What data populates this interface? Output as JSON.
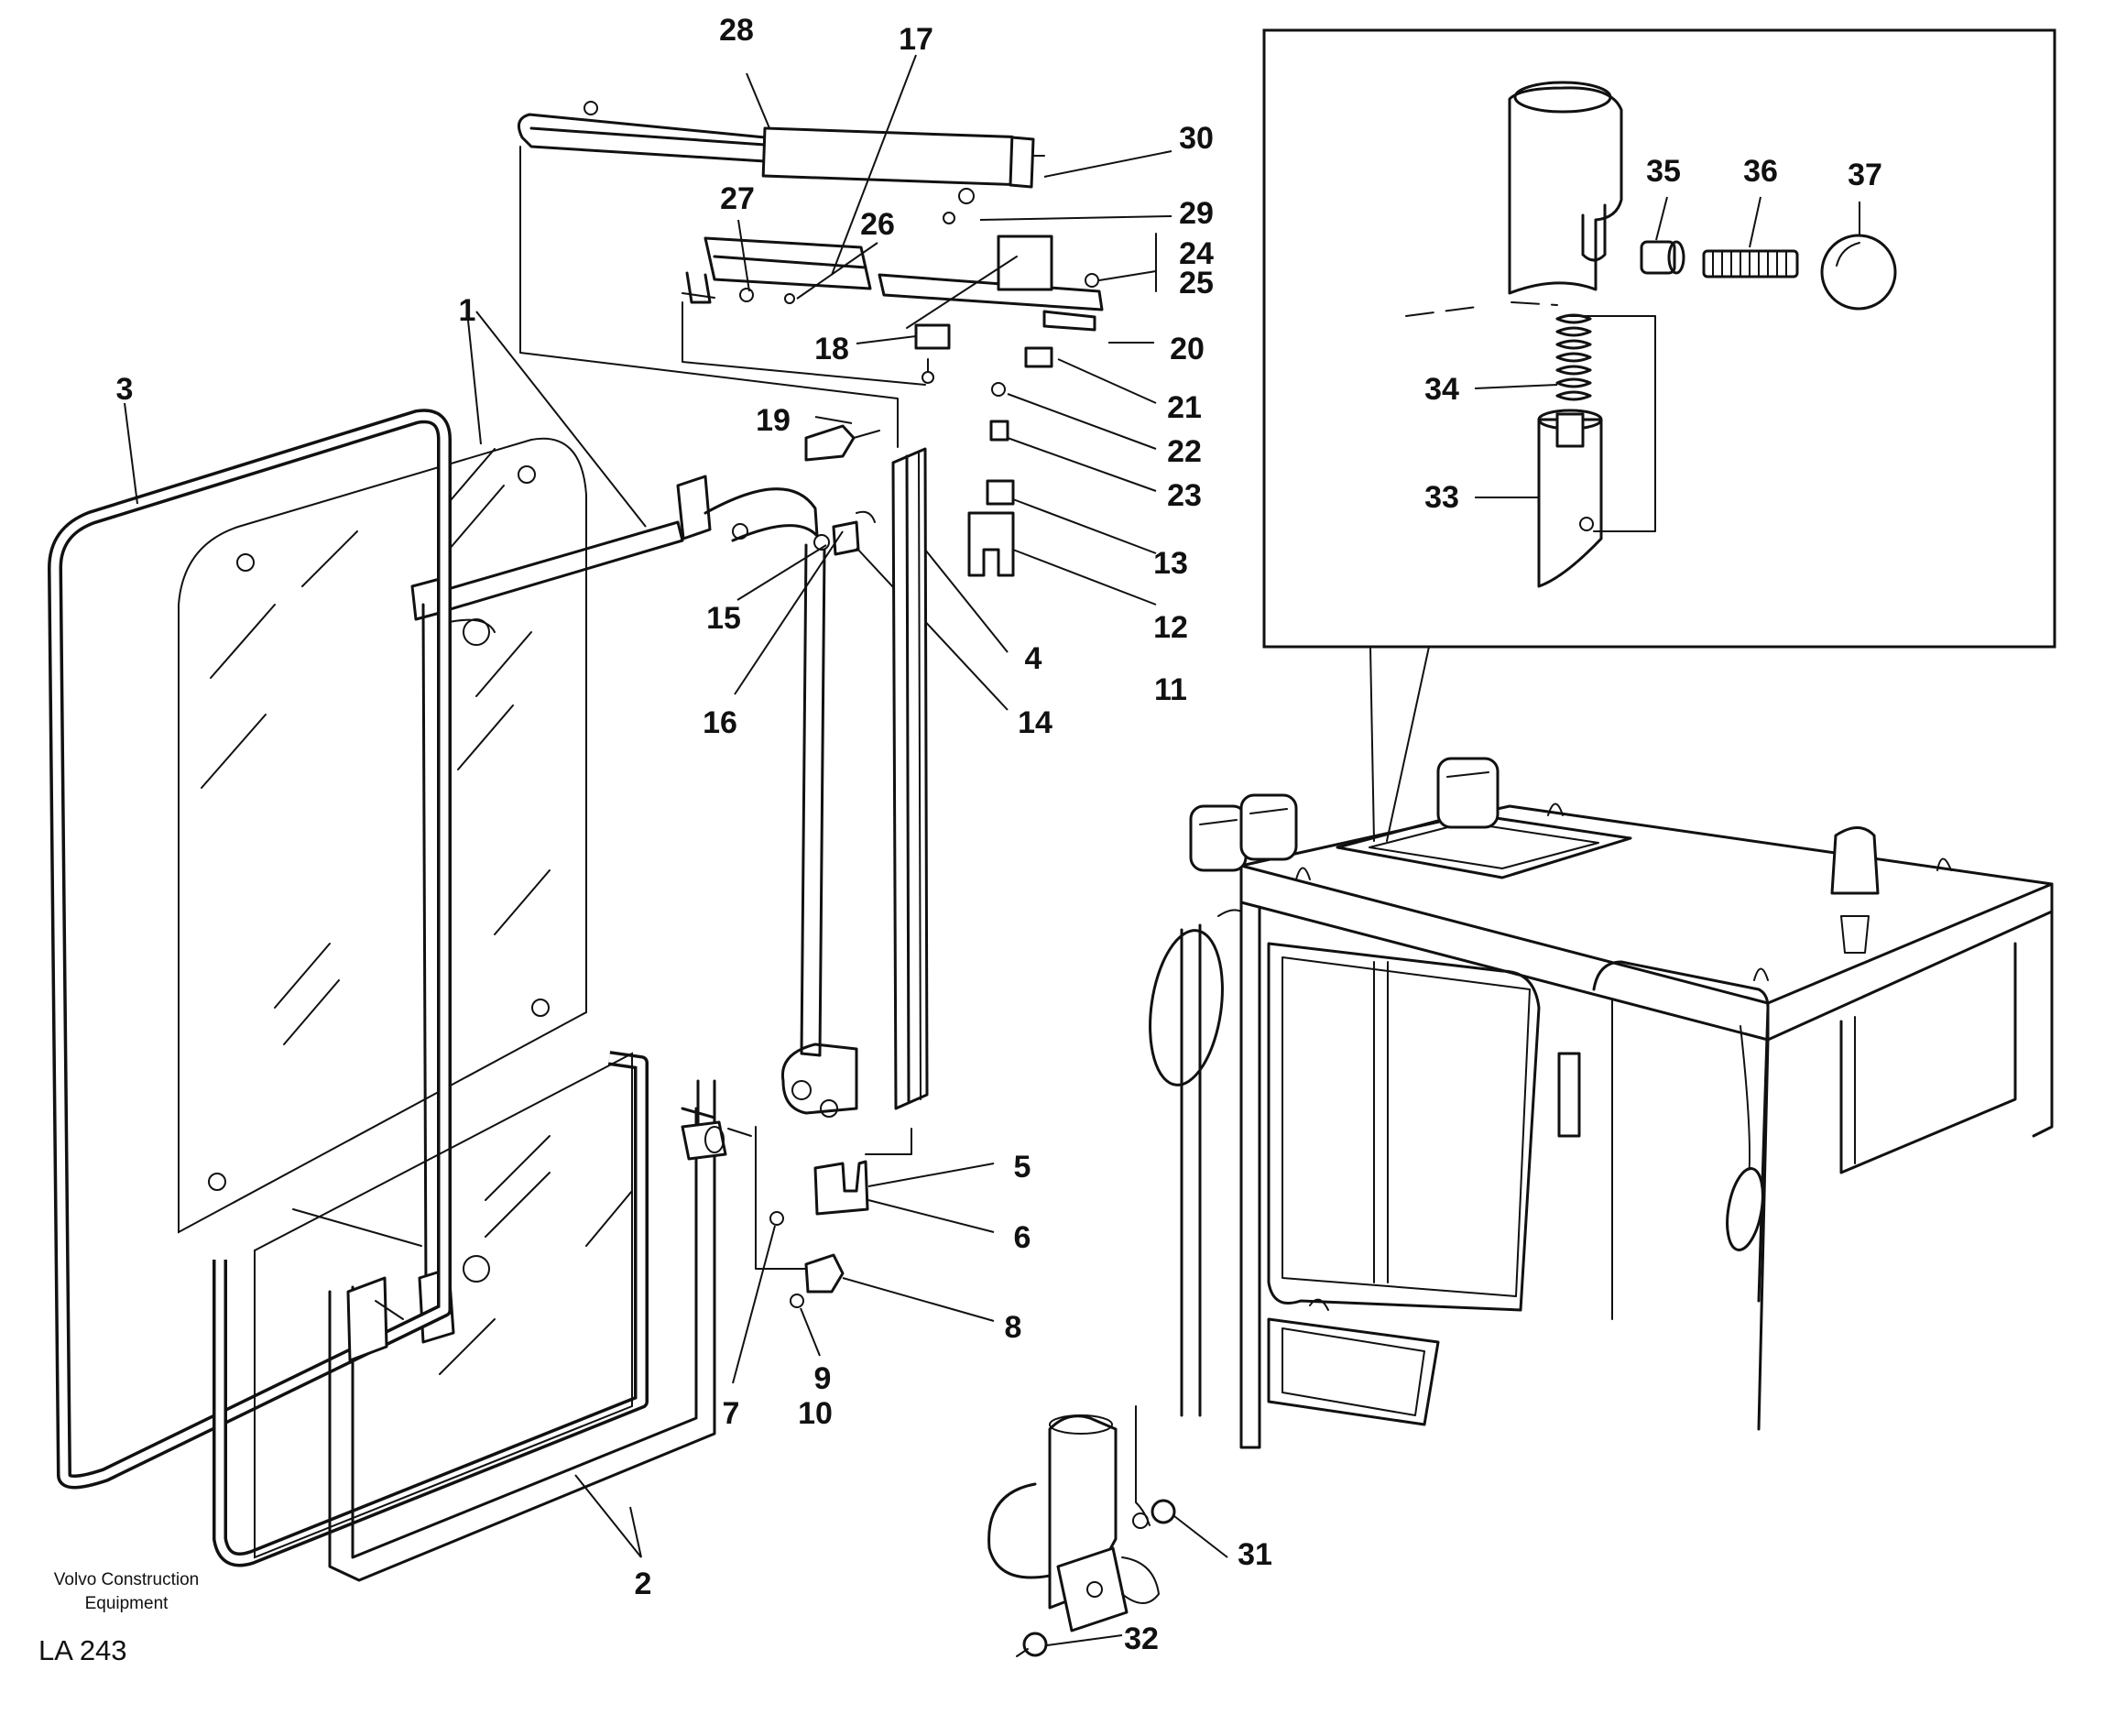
{
  "callouts": [
    {
      "id": "28",
      "text": "28"
    },
    {
      "id": "17",
      "text": "17"
    },
    {
      "id": "30",
      "text": "30"
    },
    {
      "id": "27",
      "text": "27"
    },
    {
      "id": "26",
      "text": "26"
    },
    {
      "id": "29",
      "text": "29"
    },
    {
      "id": "24",
      "text": "24"
    },
    {
      "id": "25",
      "text": "25"
    },
    {
      "id": "18",
      "text": "18"
    },
    {
      "id": "20",
      "text": "20"
    },
    {
      "id": "1",
      "text": "1"
    },
    {
      "id": "3",
      "text": "3"
    },
    {
      "id": "19",
      "text": "19"
    },
    {
      "id": "21",
      "text": "21"
    },
    {
      "id": "22",
      "text": "22"
    },
    {
      "id": "23",
      "text": "23"
    },
    {
      "id": "13",
      "text": "13"
    },
    {
      "id": "15",
      "text": "15"
    },
    {
      "id": "12",
      "text": "12"
    },
    {
      "id": "4",
      "text": "4"
    },
    {
      "id": "11",
      "text": "11"
    },
    {
      "id": "16",
      "text": "16"
    },
    {
      "id": "14",
      "text": "14"
    },
    {
      "id": "5",
      "text": "5"
    },
    {
      "id": "6",
      "text": "6"
    },
    {
      "id": "8",
      "text": "8"
    },
    {
      "id": "9",
      "text": "9"
    },
    {
      "id": "10",
      "text": "10"
    },
    {
      "id": "7",
      "text": "7"
    },
    {
      "id": "2",
      "text": "2"
    },
    {
      "id": "31",
      "text": "31"
    },
    {
      "id": "32",
      "text": "32"
    },
    {
      "id": "35",
      "text": "35"
    },
    {
      "id": "36",
      "text": "36"
    },
    {
      "id": "37",
      "text": "37"
    },
    {
      "id": "34",
      "text": "34"
    },
    {
      "id": "33",
      "text": "33"
    }
  ],
  "footer": {
    "brand_line1": "Volvo Construction",
    "brand_line2": "Equipment",
    "reference": "LA 243"
  }
}
